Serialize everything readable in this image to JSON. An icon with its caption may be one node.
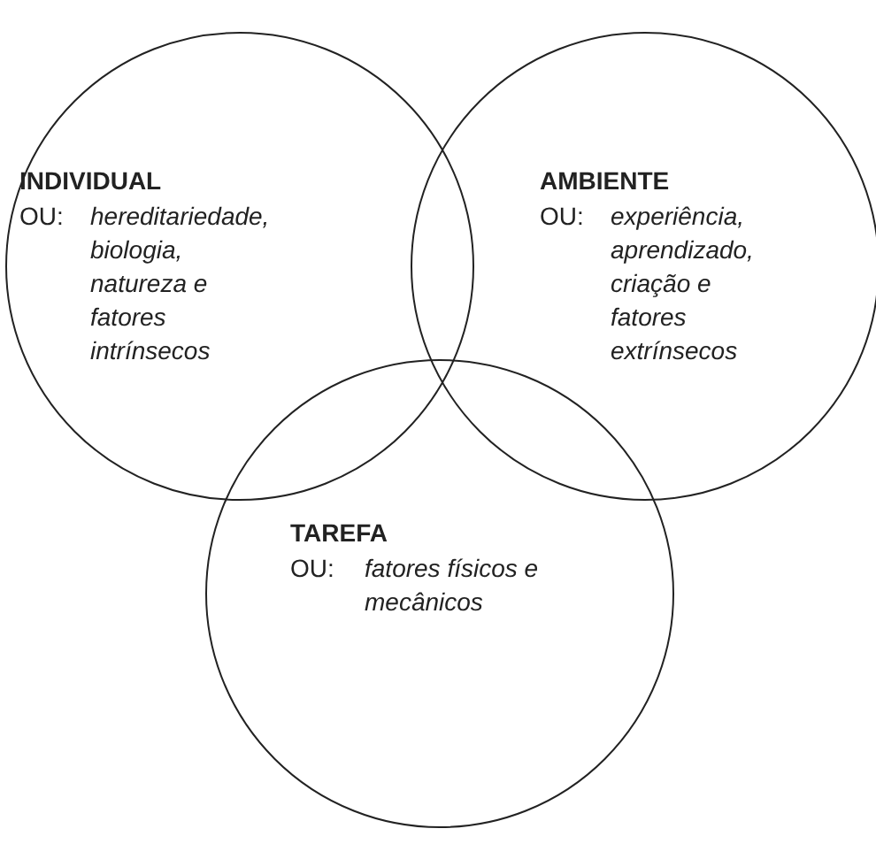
{
  "diagram": {
    "nodes": [
      {
        "text": [
          "INDIVIDUAL",
          "OU:",
          "hereditariedade, biologia, natureza e fatores intrínsecos"
        ]
      },
      {
        "text": [
          "AMBIENTE",
          "OU:",
          "experiência, aprendizado, criação e fatores extrínsecos"
        ]
      },
      {
        "text": [
          "TAREFA",
          "OU:",
          "fatores físicos e mecânicos"
        ]
      }
    ]
  }
}
